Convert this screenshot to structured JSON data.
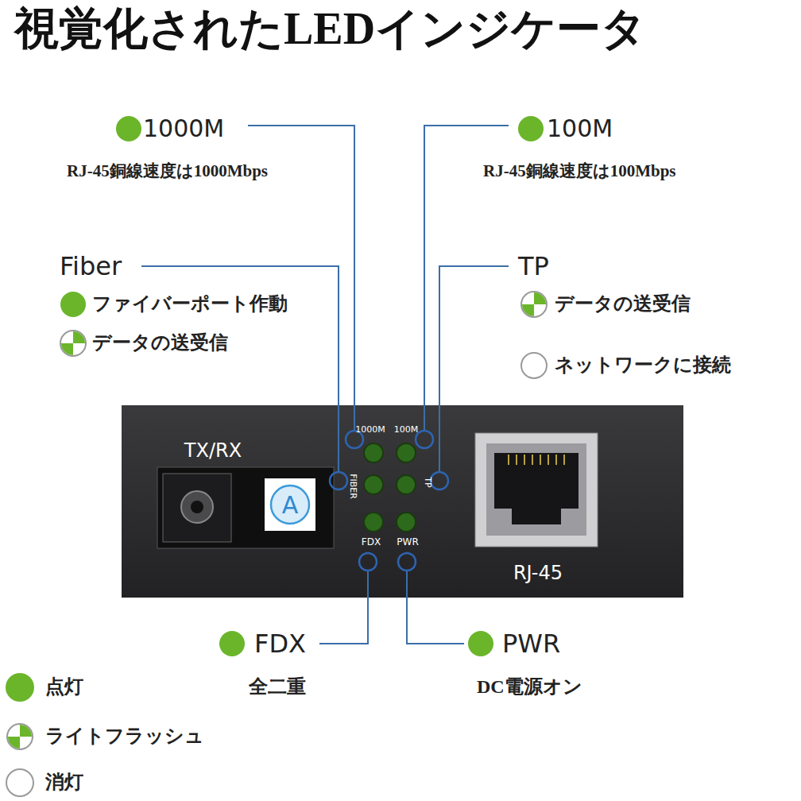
{
  "diagram": {
    "title": "視覚化されたLEDインジケータ",
    "nodes": [
      {
        "text": [
          "A"
        ]
      }
    ],
    "labels": [
      "1000M",
      "RJ-45銅線速度は1000Mbps",
      "100M",
      "RJ-45銅線速度は100Mbps",
      "Fiber",
      "ファイバーポート作動",
      "データの送受信",
      "TP",
      "データの送受信",
      "ネットワークに接続",
      "TX/RX",
      "1000M",
      "100M",
      "FIBER",
      "TP",
      "FDX",
      "PWR",
      "RJ-45",
      "FDX",
      "全二重",
      "PWR",
      "DC電源オン"
    ],
    "legend": [
      {
        "text": "点灯",
        "color": "#6bb52b"
      },
      {
        "text": "ライトフラッシュ"
      },
      {
        "text": "消灯"
      }
    ]
  }
}
